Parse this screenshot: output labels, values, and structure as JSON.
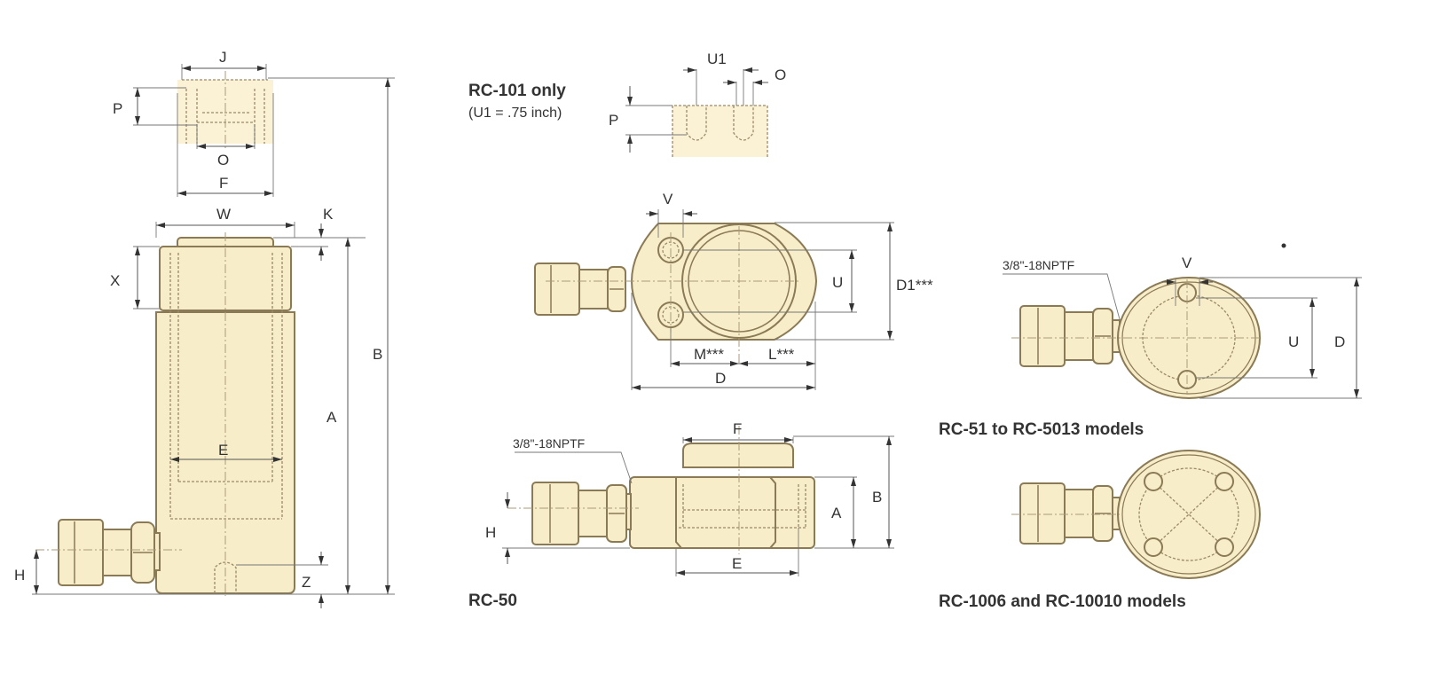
{
  "titles": {
    "rc101": "RC-101 only",
    "rc101_note": "(U1 = .75 inch)",
    "rc50": "RC-50",
    "rc51": "RC-51 to RC-5013 models",
    "rc1006": "RC-1006 and RC-10010 models"
  },
  "thread_label": "3/8\"-18NPTF",
  "left_view": {
    "J": "J",
    "P": "P",
    "O": "O",
    "F": "F",
    "W": "W",
    "K": "K",
    "X": "X",
    "B": "B",
    "A": "A",
    "E": "E",
    "H": "H",
    "Z": "Z"
  },
  "rc101_view": {
    "U1": "U1",
    "O": "O",
    "P": "P"
  },
  "top_view": {
    "V": "V",
    "U": "U",
    "D1": "D1***",
    "M": "M***",
    "L": "L***",
    "D": "D"
  },
  "rc50_view": {
    "F": "F",
    "B": "B",
    "A": "A",
    "E": "E",
    "H": "H"
  },
  "rc51_view": {
    "V": "V",
    "U": "U",
    "D": "D"
  },
  "colors": {
    "body_fill": "#f7edc8",
    "outline": "#8a7a55"
  }
}
